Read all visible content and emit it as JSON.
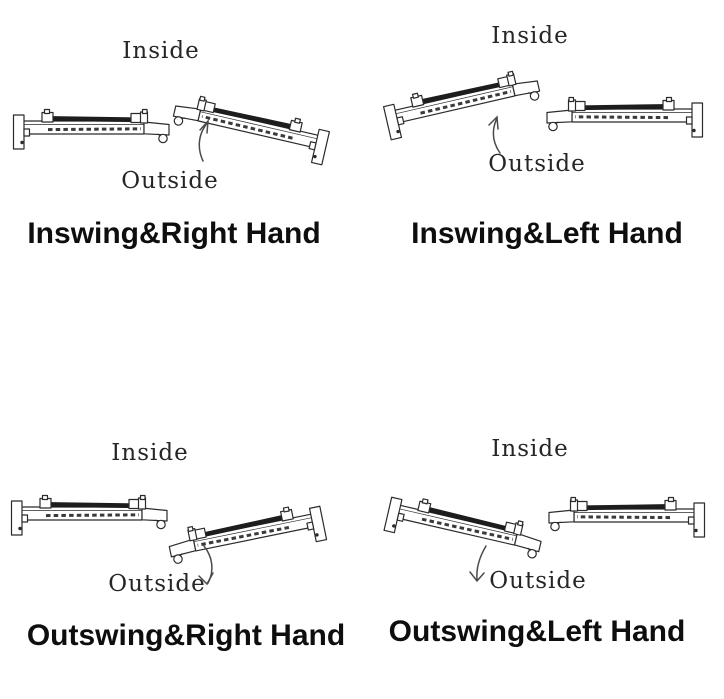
{
  "diagram": {
    "background_color": "#ffffff",
    "line_color": "#2b2b2b",
    "quadrants": [
      {
        "title": "Inswing&Right Hand",
        "inside_label": "Inside",
        "outside_label": "Outside",
        "swing_direction": "up-toward-inside"
      },
      {
        "title": "Inswing&Left Hand",
        "inside_label": "Inside",
        "outside_label": "Outside",
        "swing_direction": "up-toward-inside"
      },
      {
        "title": "Outswing&Right Hand",
        "inside_label": "Inside",
        "outside_label": "Outside",
        "swing_direction": "down-toward-outside"
      },
      {
        "title": "Outswing&Left Hand",
        "inside_label": "Inside",
        "outside_label": "Outside",
        "swing_direction": "down-toward-outside"
      }
    ]
  }
}
